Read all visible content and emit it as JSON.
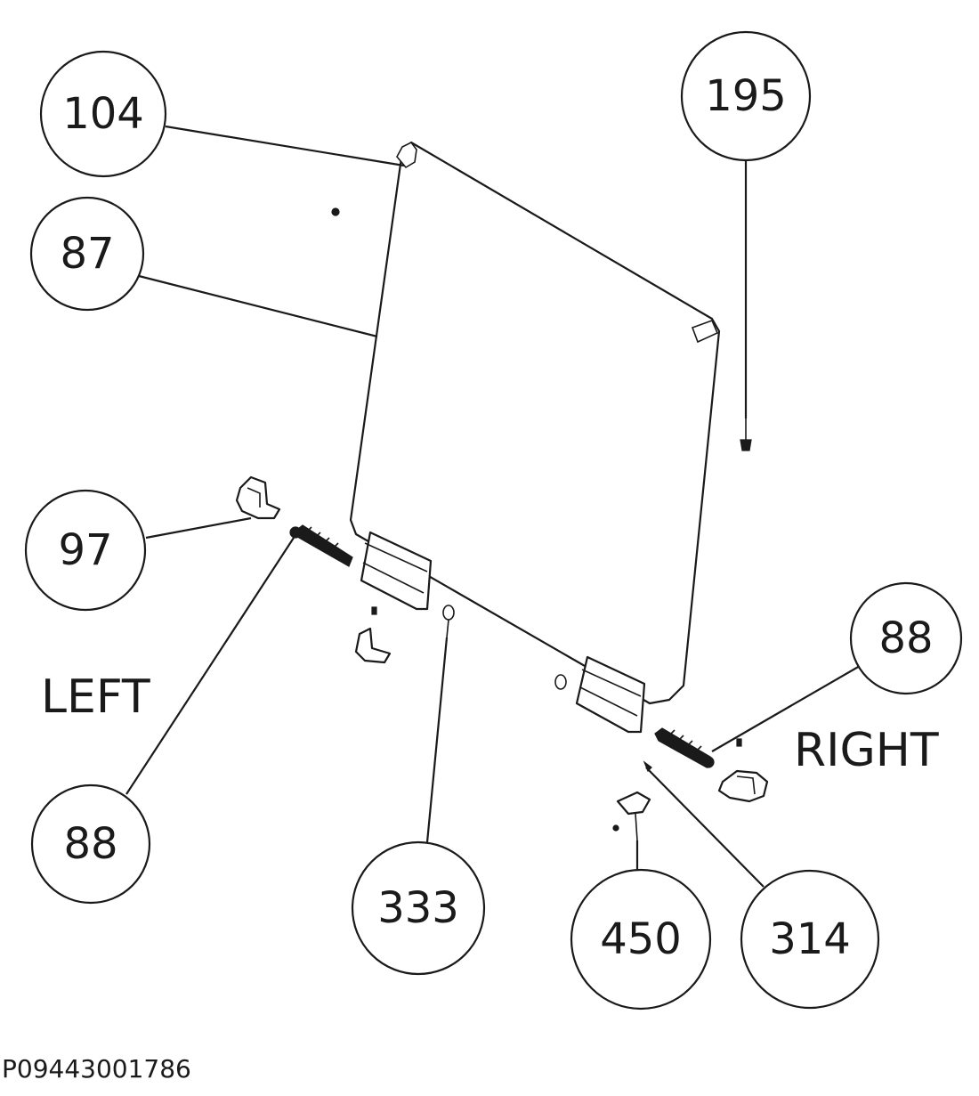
{
  "callouts": {
    "c104": "104",
    "c195": "195",
    "c87": "87",
    "c97": "97",
    "c88_right": "88",
    "c88_left": "88",
    "c333": "333",
    "c450": "450",
    "c314": "314"
  },
  "labels": {
    "left": "LEFT",
    "right": "RIGHT"
  },
  "diagram_code": "P09443001786"
}
